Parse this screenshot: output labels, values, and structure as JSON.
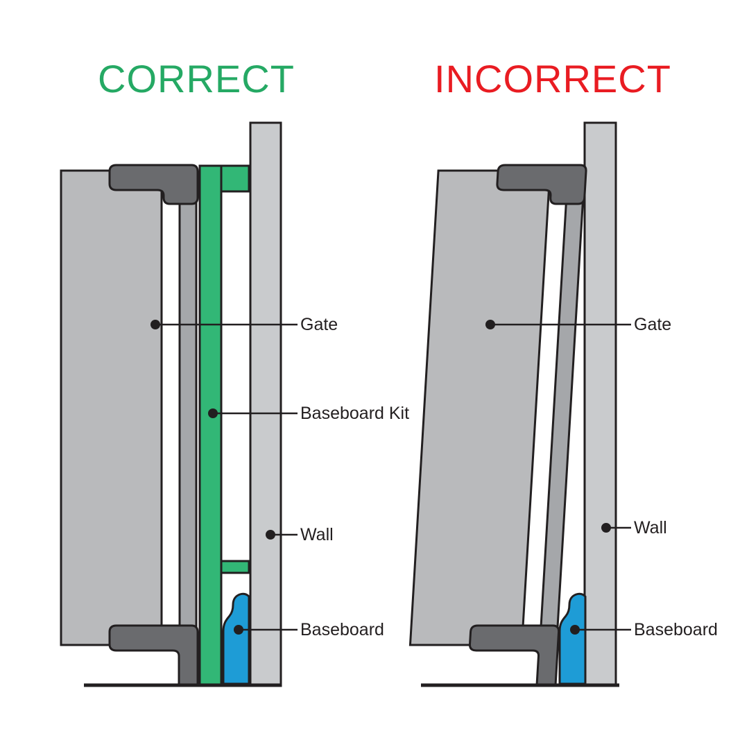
{
  "colors": {
    "heading_green": "#25A964",
    "incorrect_red": "#E91C22",
    "kit_green": "#32B776",
    "baseboard_blue": "#1E9CD6",
    "gate_gray": "#B9BABC",
    "wall_gray": "#C9CBCD",
    "rod_gray": "#A5A7AA",
    "hardware_gray": "#6A6B6E",
    "outline": "#221F20",
    "text": "#231F20",
    "background": "#FFFFFF"
  },
  "left_panel": {
    "title": "CORRECT",
    "labels": {
      "gate": "Gate",
      "baseboard_kit": "Baseboard Kit",
      "wall": "Wall",
      "baseboard": "Baseboard"
    }
  },
  "right_panel": {
    "title": "INCORRECT",
    "labels": {
      "gate": "Gate",
      "wall": "Wall",
      "baseboard": "Baseboard"
    }
  }
}
